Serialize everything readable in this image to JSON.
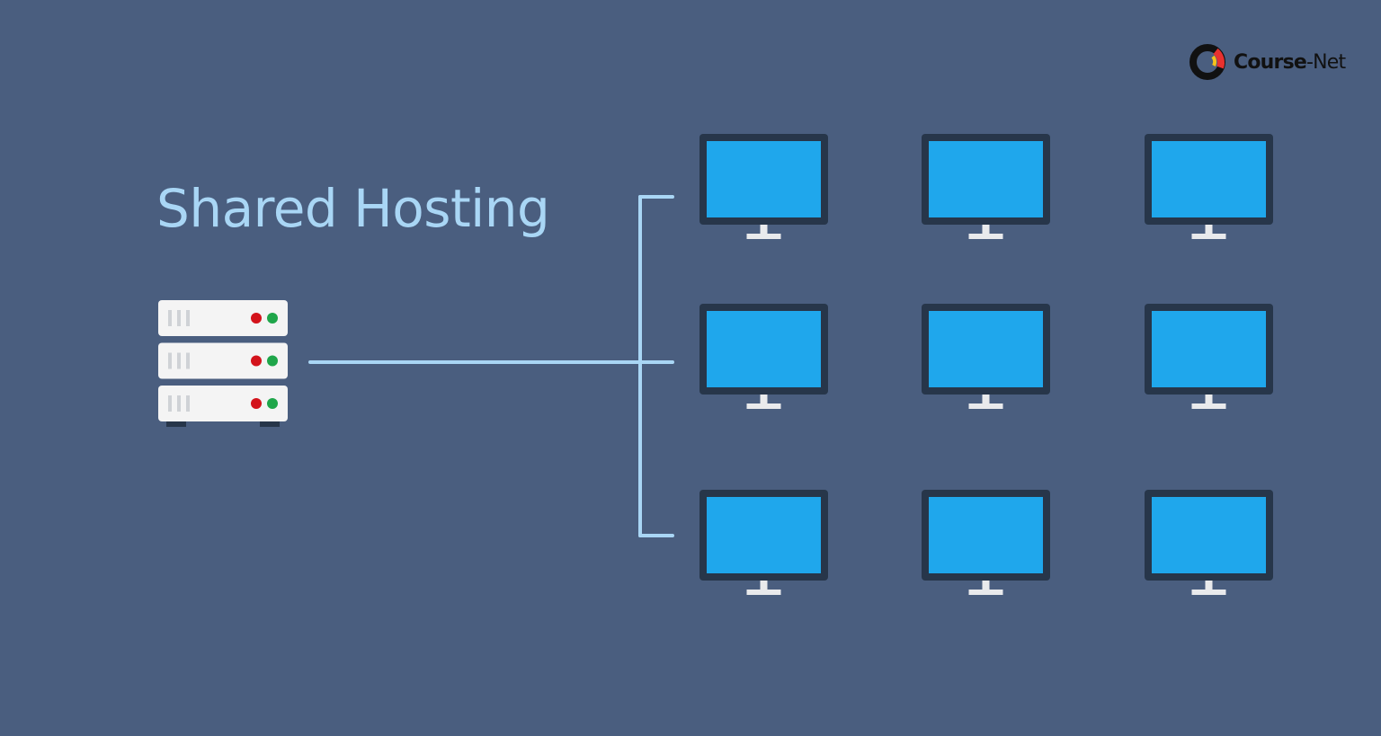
{
  "title": "Shared Hosting",
  "logo": {
    "brand_strong": "Course",
    "brand_rest": "-Net",
    "ring_colors": [
      "#111111",
      "#e8312f",
      "#f6c21b"
    ]
  },
  "server": {
    "units": 3,
    "led_colors": [
      "#d3131b",
      "#1fa64a"
    ],
    "body_color": "#f4f4f4"
  },
  "clients": {
    "rows": 3,
    "columns": 3,
    "screen_color": "#1fa7ec",
    "bezel_color": "#27364a",
    "stand_color": "#e9eaec"
  },
  "connector_color": "#a9d6f5",
  "background_color": "#4a5e7f"
}
